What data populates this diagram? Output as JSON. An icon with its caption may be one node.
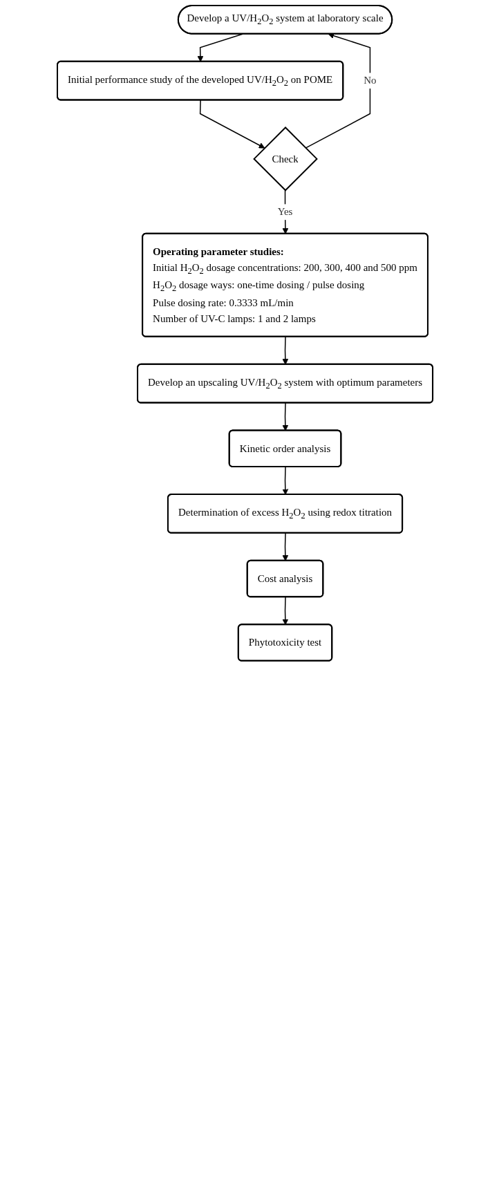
{
  "diagram": {
    "nodes": [
      {
        "text": [
          "Develop a UV/H$_{2}$O$_{2}$ system at laboratory scale"
        ]
      },
      {
        "text": [
          "Initial performance study of the developed UV/H$_{2}$O$_{2}$ on POME"
        ]
      },
      {
        "text": [
          "Check"
        ]
      },
      {
        "text": [
          "Operating parameter studies:",
          "Initial H$_{2}$O$_{2}$ dosage concentrations: 200, 300, 400 and 500 ppm",
          "H$_{2}$O$_{2}$ dosage ways: one-time dosing / pulse dosing",
          "Pulse dosing rate: 0.3333 mL/min",
          "Number of UV-C lamps: 1 and 2 lamps"
        ]
      },
      {
        "text": [
          "Develop an upscaling UV/H$_{2}$O$_{2}$ system with optimum parameters"
        ]
      },
      {
        "text": [
          "Kinetic order analysis"
        ]
      },
      {
        "text": [
          "Determination of excess H$_{2}$O$_{2}$ using redox titration"
        ]
      },
      {
        "text": [
          "Cost analysis"
        ]
      },
      {
        "text": [
          "Phytotoxicity test"
        ]
      }
    ],
    "edges": [
      {
        "from": 0,
        "to": 1,
        "arrow": "to"
      },
      {
        "from": 1,
        "to": 2,
        "arrow": "to"
      },
      {
        "from": 2,
        "to": 0,
        "arrow": "to",
        "label": "No"
      },
      {
        "from": 2,
        "to": 3,
        "arrow": "to",
        "label": "Yes"
      },
      {
        "from": 3,
        "to": 4,
        "arrow": "to"
      },
      {
        "from": 4,
        "to": 5,
        "arrow": "to"
      },
      {
        "from": 5,
        "to": 6,
        "arrow": "to"
      },
      {
        "from": 6,
        "to": 7,
        "arrow": "to"
      },
      {
        "from": 7,
        "to": 8,
        "arrow": "to"
      }
    ]
  }
}
